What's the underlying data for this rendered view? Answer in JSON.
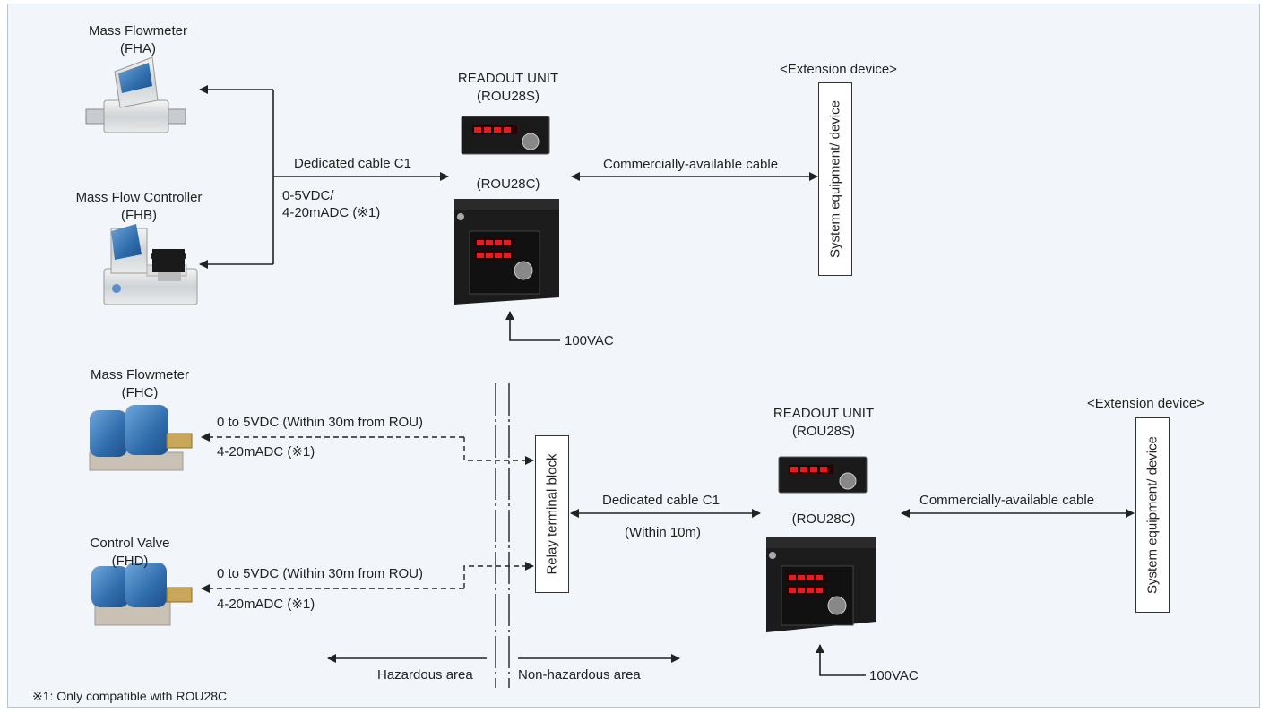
{
  "colors": {
    "background": "#f2f6fa",
    "line": "#222222",
    "device_blue": "#3b78b8",
    "panel_black": "#1a1a1a",
    "led_red": "#e02020"
  },
  "top": {
    "fha": {
      "title": "Mass Flowmeter",
      "code": "(FHA)"
    },
    "fhb": {
      "title": "Mass Flow Controller",
      "code": "(FHB)"
    },
    "cable": {
      "label": "Dedicated cable C1",
      "signal_1": "0-5VDC/",
      "signal_2": "4-20mADC (※1)"
    },
    "readout": {
      "title": "READOUT UNIT",
      "s_code": "(ROU28S)",
      "c_code": "(ROU28C)"
    },
    "power": "100VAC",
    "commercial_cable": "Commercially-available cable",
    "extension": "<Extension device>",
    "system": "System equipment/ device"
  },
  "bottom": {
    "fhc": {
      "title": "Mass Flowmeter",
      "code": "(FHC)",
      "signal_1": "0 to 5VDC (Within 30m from ROU)",
      "signal_2": "4-20mADC (※1)"
    },
    "fhd": {
      "title": "Control Valve",
      "code": "(FHD)",
      "signal_1": "0 to 5VDC (Within 30m from ROU)",
      "signal_2": "4-20mADC (※1)"
    },
    "relay": "Relay terminal block",
    "cable": {
      "label": "Dedicated cable C1",
      "note": "(Within 10m)"
    },
    "readout": {
      "title": "READOUT UNIT",
      "s_code": "(ROU28S)",
      "c_code": "(ROU28C)"
    },
    "power": "100VAC",
    "commercial_cable": "Commercially-available cable",
    "extension": "<Extension device>",
    "system": "System equipment/ device",
    "hazardous": "Hazardous area",
    "non_hazardous": "Non-hazardous area"
  },
  "footnote": "※1: Only compatible with ROU28C"
}
